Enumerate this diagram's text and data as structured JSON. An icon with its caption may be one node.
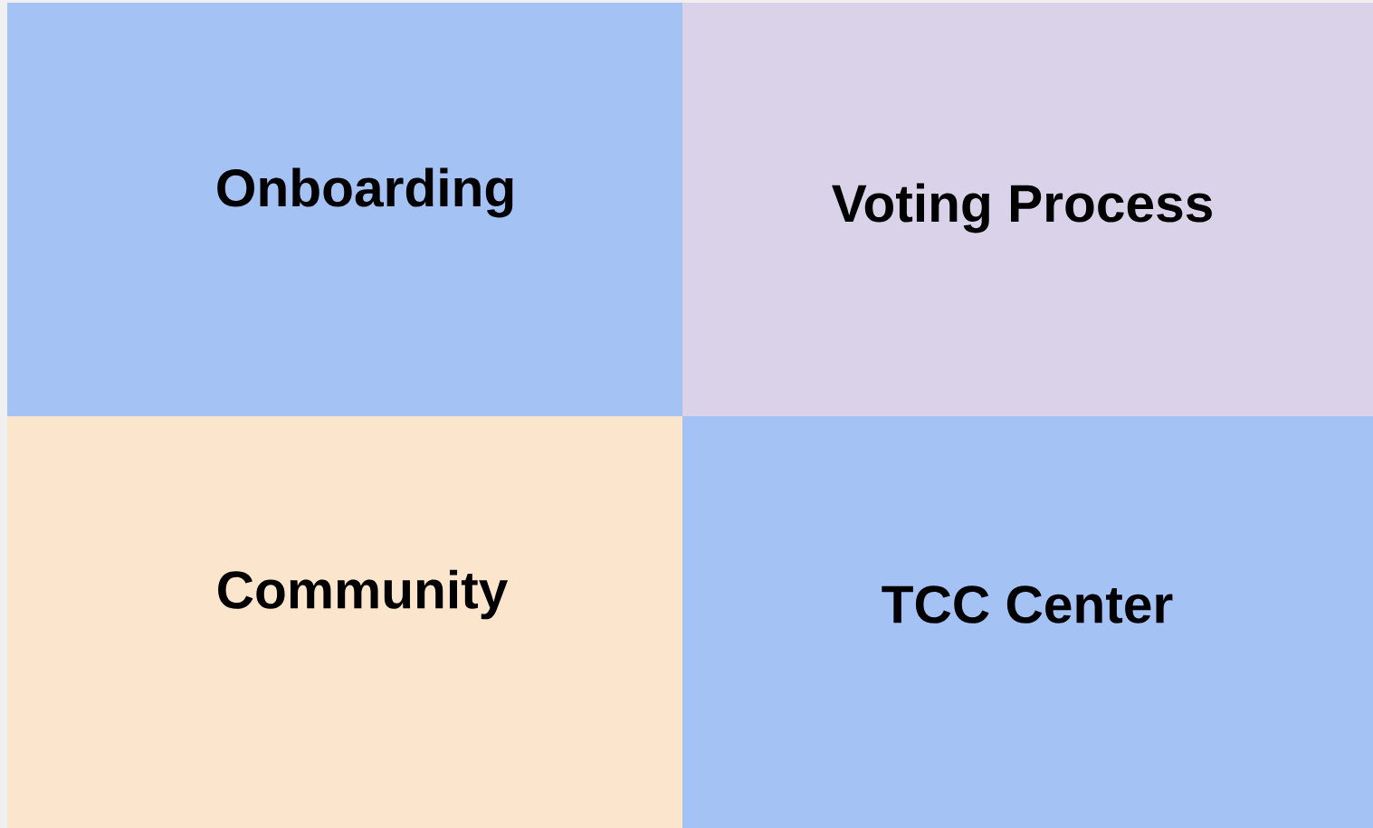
{
  "diagram": {
    "nodes": [
      {
        "text": [
          "Onboarding"
        ]
      },
      {
        "text": [
          "Voting Process"
        ]
      },
      {
        "text": [
          "Community"
        ]
      },
      {
        "text": [
          "TCC Center"
        ]
      }
    ]
  }
}
